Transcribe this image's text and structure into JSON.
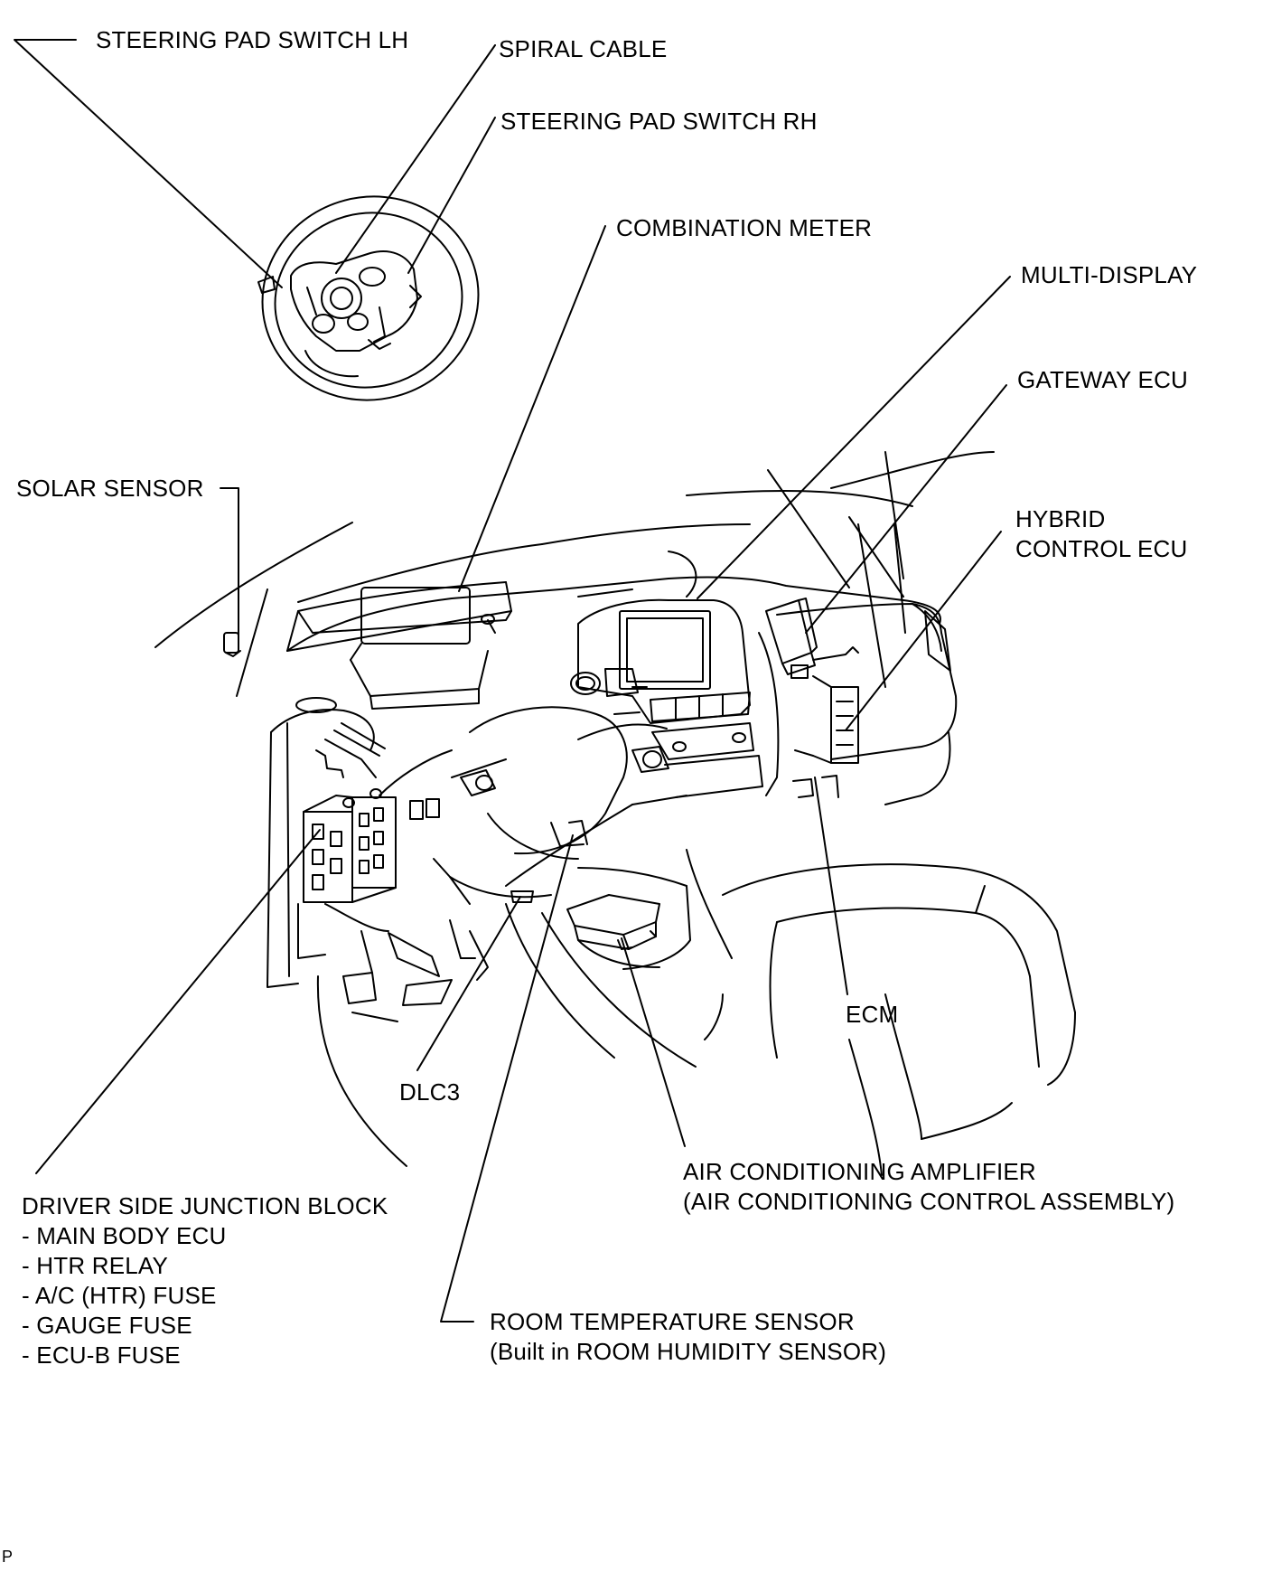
{
  "labels": {
    "steering_pad_switch_lh": "STEERING PAD SWITCH LH",
    "spiral_cable": "SPIRAL CABLE",
    "steering_pad_switch_rh": "STEERING PAD SWITCH RH",
    "combination_meter": "COMBINATION METER",
    "multi_display": "MULTI-DISPLAY",
    "gateway_ecu": "GATEWAY ECU",
    "hybrid_control_ecu_line1": "HYBRID",
    "hybrid_control_ecu_line2": "CONTROL ECU",
    "solar_sensor": "SOLAR SENSOR",
    "ecm": "ECM",
    "dlc3": "DLC3",
    "air_conditioning_amplifier_line1": "AIR CONDITIONING AMPLIFIER",
    "air_conditioning_amplifier_line2": "(AIR CONDITIONING CONTROL ASSEMBLY)",
    "room_temperature_sensor_line1": "ROOM TEMPERATURE SENSOR",
    "room_temperature_sensor_line2": "(Built in ROOM HUMIDITY SENSOR)",
    "corner_mark": "P"
  },
  "driver_side_junction_block": {
    "title": "DRIVER SIDE JUNCTION BLOCK",
    "items": [
      "- MAIN BODY ECU",
      "- HTR RELAY",
      "- A/C (HTR) FUSE",
      "- GAUGE FUSE",
      "- ECU-B FUSE"
    ]
  }
}
